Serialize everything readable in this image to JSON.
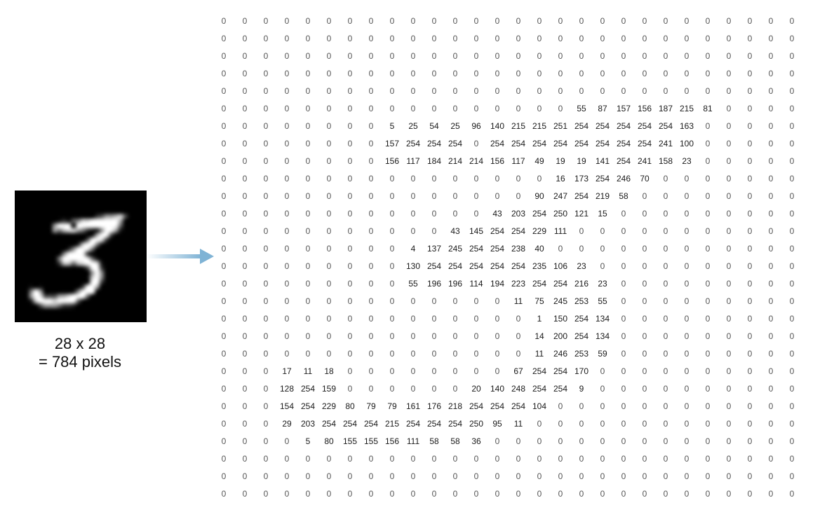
{
  "caption": {
    "line1": "28 x 28",
    "line2": "= 784 pixels"
  },
  "colors": {
    "arrow": "#7fb3d5",
    "image_background": "#000000",
    "digit_stroke": "#ffffff"
  },
  "grid": {
    "rows": 28,
    "cols": 28,
    "pixels": [
      [
        0,
        0,
        0,
        0,
        0,
        0,
        0,
        0,
        0,
        0,
        0,
        0,
        0,
        0,
        0,
        0,
        0,
        0,
        0,
        0,
        0,
        0,
        0,
        0,
        0,
        0,
        0,
        0
      ],
      [
        0,
        0,
        0,
        0,
        0,
        0,
        0,
        0,
        0,
        0,
        0,
        0,
        0,
        0,
        0,
        0,
        0,
        0,
        0,
        0,
        0,
        0,
        0,
        0,
        0,
        0,
        0,
        0
      ],
      [
        0,
        0,
        0,
        0,
        0,
        0,
        0,
        0,
        0,
        0,
        0,
        0,
        0,
        0,
        0,
        0,
        0,
        0,
        0,
        0,
        0,
        0,
        0,
        0,
        0,
        0,
        0,
        0
      ],
      [
        0,
        0,
        0,
        0,
        0,
        0,
        0,
        0,
        0,
        0,
        0,
        0,
        0,
        0,
        0,
        0,
        0,
        0,
        0,
        0,
        0,
        0,
        0,
        0,
        0,
        0,
        0,
        0
      ],
      [
        0,
        0,
        0,
        0,
        0,
        0,
        0,
        0,
        0,
        0,
        0,
        0,
        0,
        0,
        0,
        0,
        0,
        0,
        0,
        0,
        0,
        0,
        0,
        0,
        0,
        0,
        0,
        0
      ],
      [
        0,
        0,
        0,
        0,
        0,
        0,
        0,
        0,
        0,
        0,
        0,
        0,
        0,
        0,
        0,
        0,
        0,
        55,
        87,
        157,
        156,
        187,
        215,
        81,
        0,
        0,
        0,
        0
      ],
      [
        0,
        0,
        0,
        0,
        0,
        0,
        0,
        0,
        5,
        25,
        54,
        25,
        96,
        140,
        215,
        215,
        251,
        254,
        254,
        254,
        254,
        254,
        163,
        0,
        0,
        0,
        0,
        0
      ],
      [
        0,
        0,
        0,
        0,
        0,
        0,
        0,
        0,
        157,
        254,
        254,
        254,
        0,
        254,
        254,
        254,
        254,
        254,
        254,
        254,
        254,
        241,
        100,
        0,
        0,
        0,
        0,
        0
      ],
      [
        0,
        0,
        0,
        0,
        0,
        0,
        0,
        0,
        156,
        117,
        184,
        214,
        214,
        156,
        117,
        49,
        19,
        19,
        141,
        254,
        241,
        158,
        23,
        0,
        0,
        0,
        0,
        0
      ],
      [
        0,
        0,
        0,
        0,
        0,
        0,
        0,
        0,
        0,
        0,
        0,
        0,
        0,
        0,
        0,
        0,
        16,
        173,
        254,
        246,
        70,
        0,
        0,
        0,
        0,
        0,
        0,
        0
      ],
      [
        0,
        0,
        0,
        0,
        0,
        0,
        0,
        0,
        0,
        0,
        0,
        0,
        0,
        0,
        0,
        90,
        247,
        254,
        219,
        58,
        0,
        0,
        0,
        0,
        0,
        0,
        0,
        0
      ],
      [
        0,
        0,
        0,
        0,
        0,
        0,
        0,
        0,
        0,
        0,
        0,
        0,
        0,
        43,
        203,
        254,
        250,
        121,
        15,
        0,
        0,
        0,
        0,
        0,
        0,
        0,
        0,
        0
      ],
      [
        0,
        0,
        0,
        0,
        0,
        0,
        0,
        0,
        0,
        0,
        0,
        43,
        145,
        254,
        254,
        229,
        111,
        0,
        0,
        0,
        0,
        0,
        0,
        0,
        0,
        0,
        0,
        0
      ],
      [
        0,
        0,
        0,
        0,
        0,
        0,
        0,
        0,
        0,
        4,
        137,
        245,
        254,
        254,
        238,
        40,
        0,
        0,
        0,
        0,
        0,
        0,
        0,
        0,
        0,
        0,
        0,
        0
      ],
      [
        0,
        0,
        0,
        0,
        0,
        0,
        0,
        0,
        0,
        130,
        254,
        254,
        254,
        254,
        254,
        235,
        106,
        23,
        0,
        0,
        0,
        0,
        0,
        0,
        0,
        0,
        0,
        0
      ],
      [
        0,
        0,
        0,
        0,
        0,
        0,
        0,
        0,
        0,
        55,
        196,
        196,
        114,
        194,
        223,
        254,
        254,
        216,
        23,
        0,
        0,
        0,
        0,
        0,
        0,
        0,
        0,
        0
      ],
      [
        0,
        0,
        0,
        0,
        0,
        0,
        0,
        0,
        0,
        0,
        0,
        0,
        0,
        0,
        11,
        75,
        245,
        253,
        55,
        0,
        0,
        0,
        0,
        0,
        0,
        0,
        0,
        0
      ],
      [
        0,
        0,
        0,
        0,
        0,
        0,
        0,
        0,
        0,
        0,
        0,
        0,
        0,
        0,
        0,
        1,
        150,
        254,
        134,
        0,
        0,
        0,
        0,
        0,
        0,
        0,
        0,
        0
      ],
      [
        0,
        0,
        0,
        0,
        0,
        0,
        0,
        0,
        0,
        0,
        0,
        0,
        0,
        0,
        0,
        14,
        200,
        254,
        134,
        0,
        0,
        0,
        0,
        0,
        0,
        0,
        0,
        0
      ],
      [
        0,
        0,
        0,
        0,
        0,
        0,
        0,
        0,
        0,
        0,
        0,
        0,
        0,
        0,
        0,
        11,
        246,
        253,
        59,
        0,
        0,
        0,
        0,
        0,
        0,
        0,
        0,
        0
      ],
      [
        0,
        0,
        0,
        17,
        11,
        18,
        0,
        0,
        0,
        0,
        0,
        0,
        0,
        0,
        67,
        254,
        254,
        170,
        0,
        0,
        0,
        0,
        0,
        0,
        0,
        0,
        0,
        0
      ],
      [
        0,
        0,
        0,
        128,
        254,
        159,
        0,
        0,
        0,
        0,
        0,
        0,
        20,
        140,
        248,
        254,
        254,
        9,
        0,
        0,
        0,
        0,
        0,
        0,
        0,
        0,
        0,
        0
      ],
      [
        0,
        0,
        0,
        154,
        254,
        229,
        80,
        79,
        79,
        161,
        176,
        218,
        254,
        254,
        254,
        104,
        0,
        0,
        0,
        0,
        0,
        0,
        0,
        0,
        0,
        0,
        0,
        0
      ],
      [
        0,
        0,
        0,
        29,
        203,
        254,
        254,
        254,
        215,
        254,
        254,
        254,
        250,
        95,
        11,
        0,
        0,
        0,
        0,
        0,
        0,
        0,
        0,
        0,
        0,
        0,
        0,
        0
      ],
      [
        0,
        0,
        0,
        0,
        5,
        80,
        155,
        155,
        156,
        111,
        58,
        58,
        36,
        0,
        0,
        0,
        0,
        0,
        0,
        0,
        0,
        0,
        0,
        0,
        0,
        0,
        0,
        0
      ],
      [
        0,
        0,
        0,
        0,
        0,
        0,
        0,
        0,
        0,
        0,
        0,
        0,
        0,
        0,
        0,
        0,
        0,
        0,
        0,
        0,
        0,
        0,
        0,
        0,
        0,
        0,
        0,
        0
      ],
      [
        0,
        0,
        0,
        0,
        0,
        0,
        0,
        0,
        0,
        0,
        0,
        0,
        0,
        0,
        0,
        0,
        0,
        0,
        0,
        0,
        0,
        0,
        0,
        0,
        0,
        0,
        0,
        0
      ],
      [
        0,
        0,
        0,
        0,
        0,
        0,
        0,
        0,
        0,
        0,
        0,
        0,
        0,
        0,
        0,
        0,
        0,
        0,
        0,
        0,
        0,
        0,
        0,
        0,
        0,
        0,
        0,
        0
      ]
    ]
  }
}
